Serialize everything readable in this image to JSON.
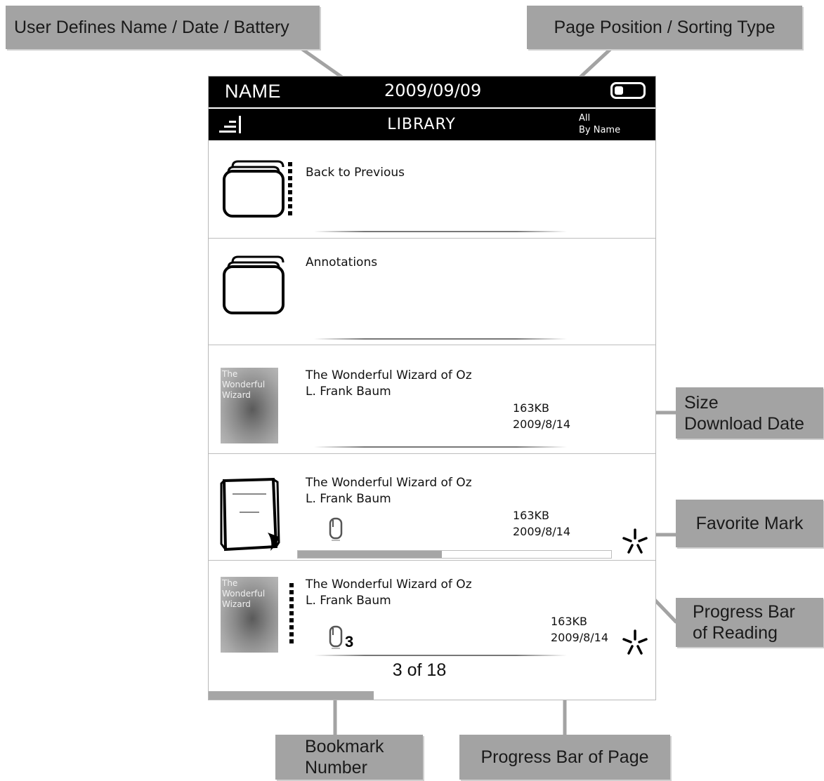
{
  "callouts": {
    "user_defines": "User Defines Name / Date / Battery",
    "page_position": "Page Position / Sorting Type",
    "size_line1": "Size",
    "size_line2": "Download Date",
    "favorite": "Favorite Mark",
    "progress_reading_line1": "Progress Bar",
    "progress_reading_line2": "of Reading",
    "bookmark_line1": "Bookmark",
    "bookmark_line2": "Number",
    "progress_page": "Progress Bar of Page"
  },
  "statusbar": {
    "name": "NAME",
    "date": "2009/09/09",
    "battery_icon": "battery-icon",
    "battery_level": 0.3
  },
  "titlebar": {
    "menu_icon": "menu-icon",
    "title": "LIBRARY",
    "filter": "All",
    "sort": "By Name"
  },
  "rows": [
    {
      "type": "folder",
      "icon": "folder-icon",
      "label": "Back to Previous"
    },
    {
      "type": "folder",
      "icon": "folder-icon",
      "label": "Annotations"
    },
    {
      "type": "book",
      "title": "The  Wonderful Wizard of Oz",
      "author": "L. Frank Baum",
      "size": "163KB",
      "date": "2009/8/14",
      "cover_text": [
        "The",
        "Wonderful",
        "Wizard"
      ]
    },
    {
      "type": "book",
      "title": "The  Wonderful Wizard of Oz",
      "author": "L. Frank Baum",
      "size": "163KB",
      "date": "2009/8/14",
      "favorite_icon": "star-icon",
      "bookmark_icon": "bookmark-icon",
      "reading_progress": 0.46
    },
    {
      "type": "book",
      "title": "The  Wonderful Wizard of Oz",
      "author": "L. Frank Baum",
      "size": "163KB",
      "date": "2009/8/14",
      "favorite_icon": "star-icon",
      "bookmark_icon": "bookmark-icon",
      "bookmark_number": "3",
      "cover_text": [
        "The",
        "Wonderful",
        "Wizard"
      ]
    }
  ],
  "pager": {
    "label": "3 of 18",
    "progress": 0.37
  }
}
